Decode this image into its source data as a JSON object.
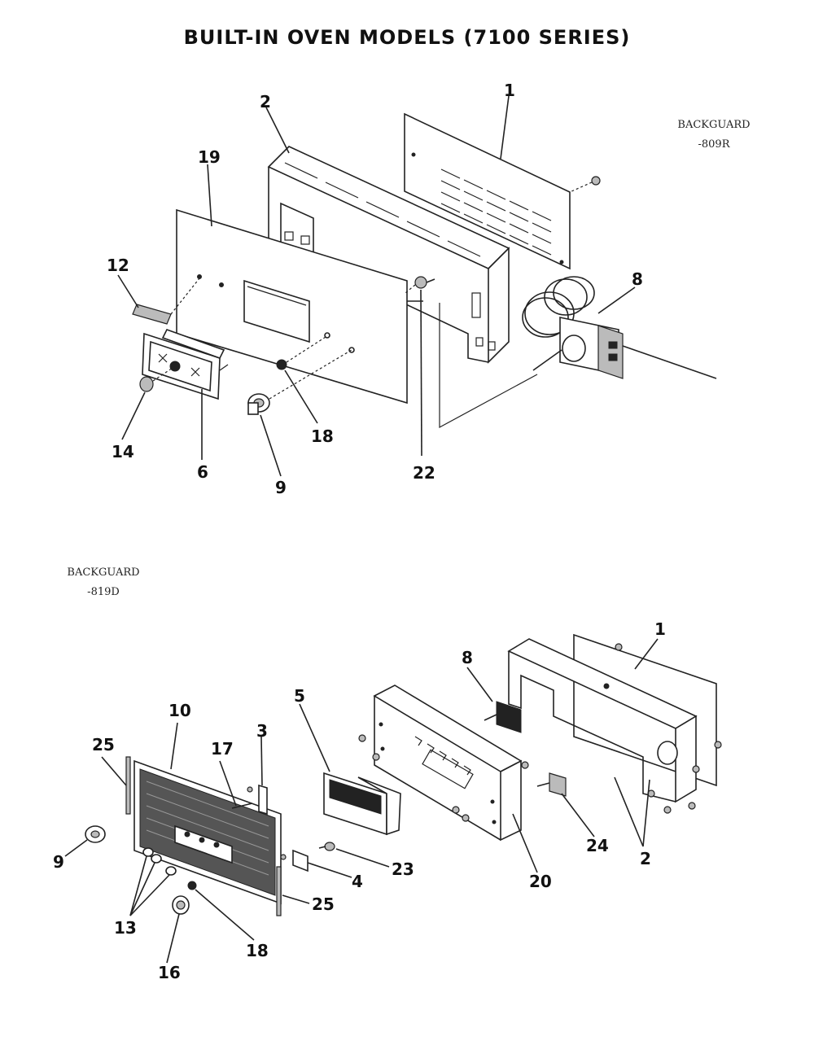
{
  "title": "BUILT-IN OVEN MODELS (7100 SERIES)",
  "sections": [
    {
      "label_line1": "BACKGUARD",
      "label_line2": "-809R",
      "callouts": [
        "1",
        "2",
        "19",
        "12",
        "8",
        "14",
        "6",
        "9",
        "18",
        "22"
      ]
    },
    {
      "label_line1": "BACKGUARD",
      "label_line2": "-819D",
      "callouts": [
        "1",
        "8",
        "5",
        "10",
        "25",
        "17",
        "3",
        "9",
        "13",
        "18",
        "16",
        "23",
        "4",
        "25",
        "20",
        "24",
        "2"
      ]
    }
  ]
}
